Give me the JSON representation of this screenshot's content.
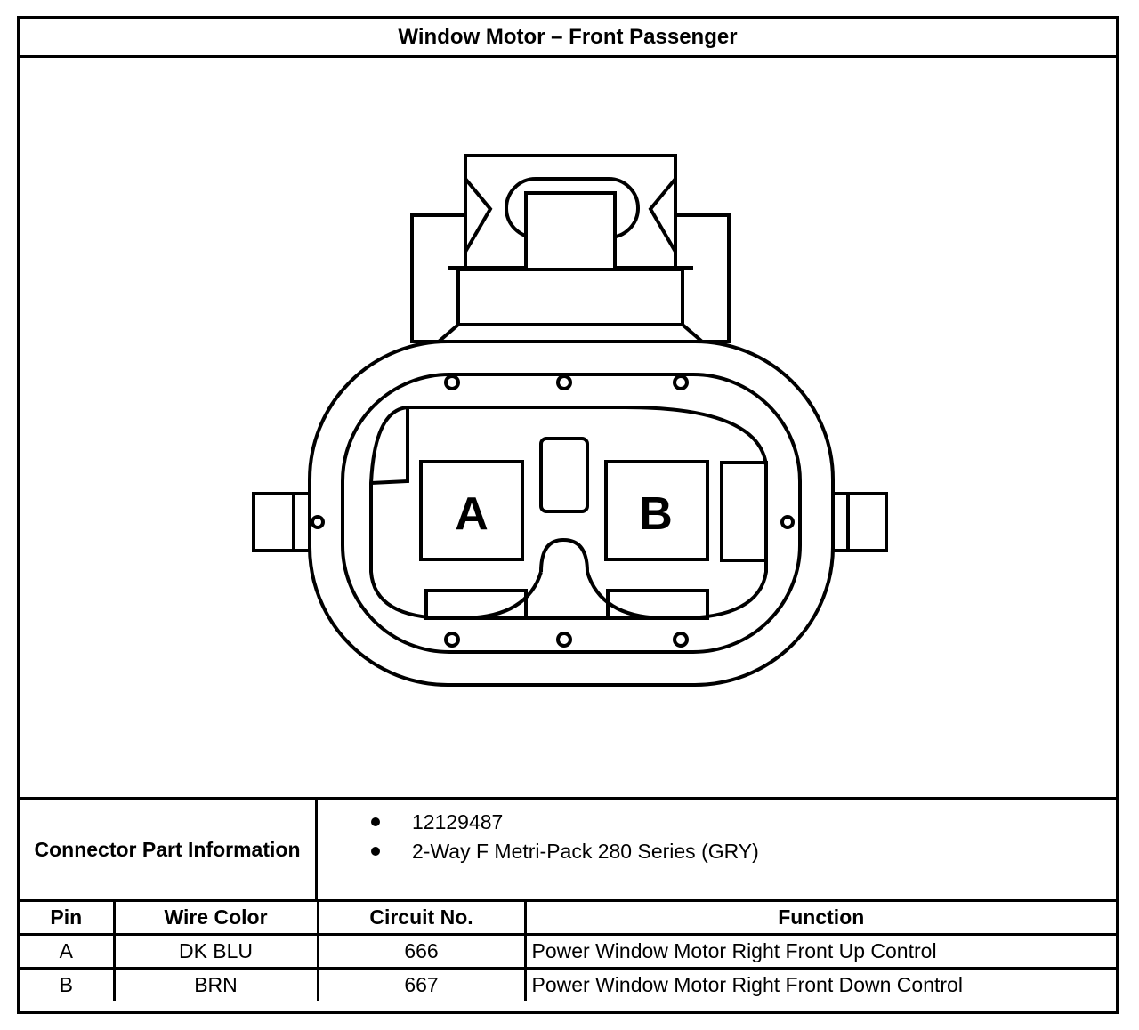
{
  "title": "Window Motor – Front Passenger",
  "connector": {
    "pin_labels": [
      "A",
      "B"
    ]
  },
  "part_info": {
    "label": "Connector Part Information",
    "items": [
      "12129487",
      "2-Way F Metri-Pack 280 Series (GRY)"
    ]
  },
  "pin_table": {
    "headers": [
      "Pin",
      "Wire Color",
      "Circuit No.",
      "Function"
    ],
    "rows": [
      [
        "A",
        "DK BLU",
        "666",
        "Power Window Motor Right Front Up Control"
      ],
      [
        "B",
        "BRN",
        "667",
        "Power Window Motor Right Front Down Control"
      ]
    ]
  }
}
